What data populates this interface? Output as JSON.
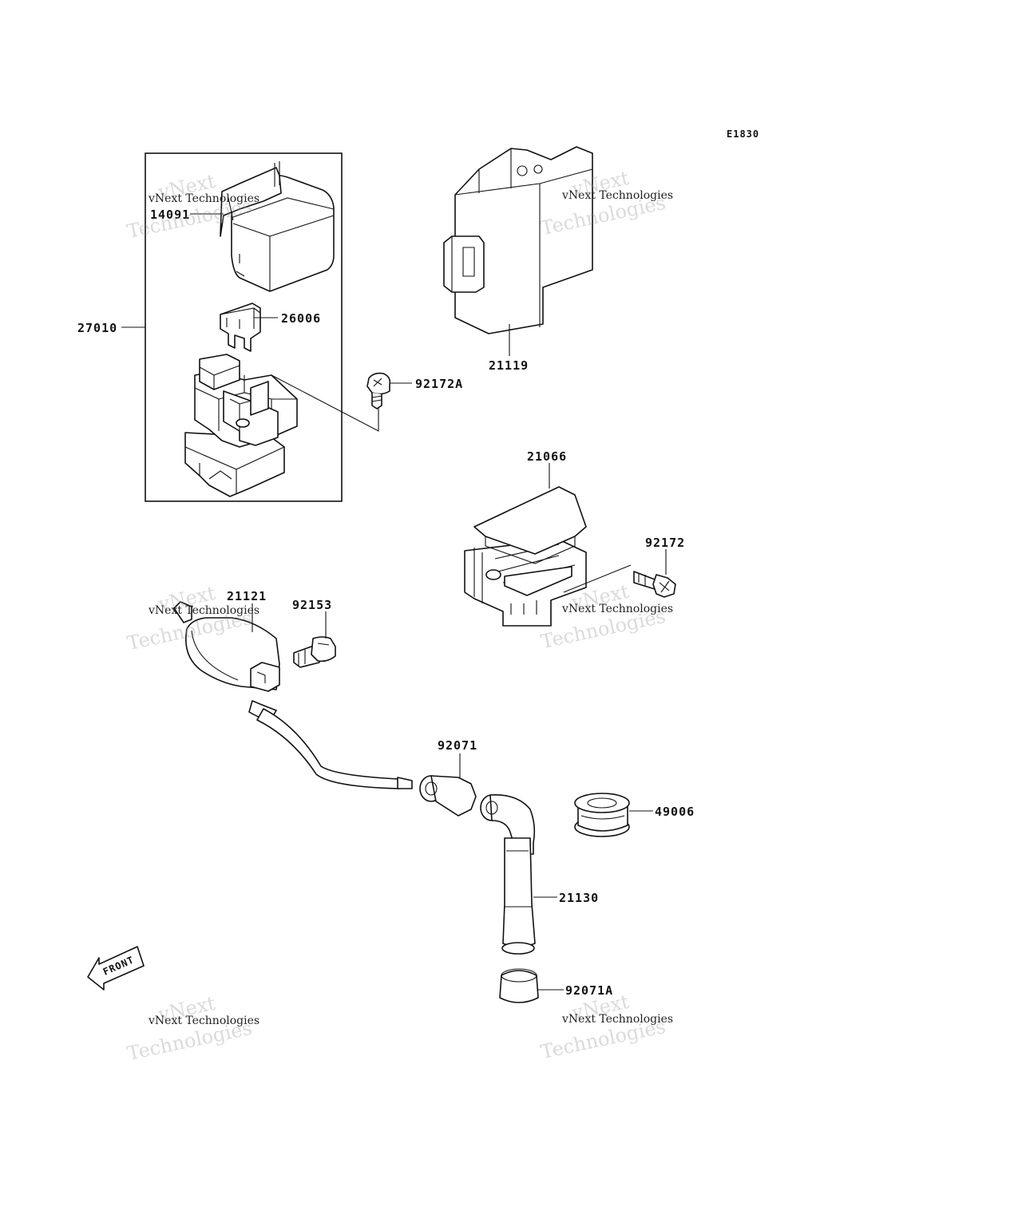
{
  "diagram_code": "E1830",
  "watermark": {
    "line1": "vNext",
    "line2": "vNext Technologies",
    "line3": "Technologies"
  },
  "front_label": "FRONT",
  "parts": [
    {
      "id": "p14091",
      "number": "14091"
    },
    {
      "id": "p27010",
      "number": "27010"
    },
    {
      "id": "p26006",
      "number": "26006"
    },
    {
      "id": "p92172a",
      "number": "92172A"
    },
    {
      "id": "p21119",
      "number": "21119"
    },
    {
      "id": "p21066",
      "number": "21066"
    },
    {
      "id": "p92172",
      "number": "92172"
    },
    {
      "id": "p21121",
      "number": "21121"
    },
    {
      "id": "p92153",
      "number": "92153"
    },
    {
      "id": "p92071",
      "number": "92071"
    },
    {
      "id": "p49006",
      "number": "49006"
    },
    {
      "id": "p21130",
      "number": "21130"
    },
    {
      "id": "p92071a",
      "number": "92071A"
    }
  ]
}
